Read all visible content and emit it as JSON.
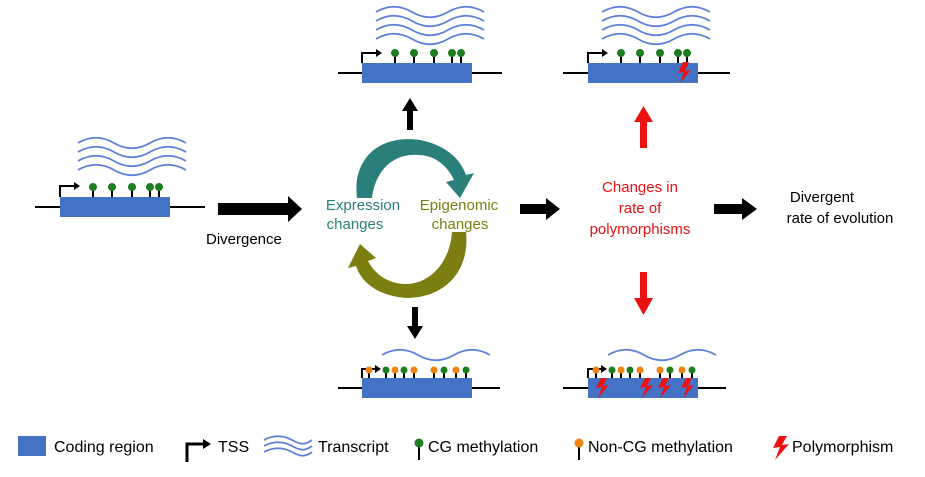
{
  "colors": {
    "coding_region": "#4472c4",
    "transcript": "#5b7fd9",
    "cg_methylation": "#1e7d1e",
    "non_cg_methylation": "#f0820f",
    "polymorphism": "#ee1111",
    "expression": "#2a7f7b",
    "epigenomic": "#7c7f10",
    "red_arrow": "#ee1111",
    "black": "#000000"
  },
  "labels": {
    "divergence": "Divergence",
    "expression_line1": "Expression",
    "expression_line2": "changes",
    "epigenomic_line1": "Epigenomic",
    "epigenomic_line2": "changes",
    "rate_line1": "Changes in",
    "rate_line2": "rate of",
    "rate_line3": "polymorphisms",
    "divergent_line1": "Divergent",
    "divergent_line2": "rate of evolution"
  },
  "legend": {
    "coding_region": "Coding region",
    "tss": "TSS",
    "transcript": "Transcript",
    "cg_methylation": "CG methylation",
    "non_cg_methylation": "Non-CG methylation",
    "polymorphism": "Polymorphism"
  }
}
